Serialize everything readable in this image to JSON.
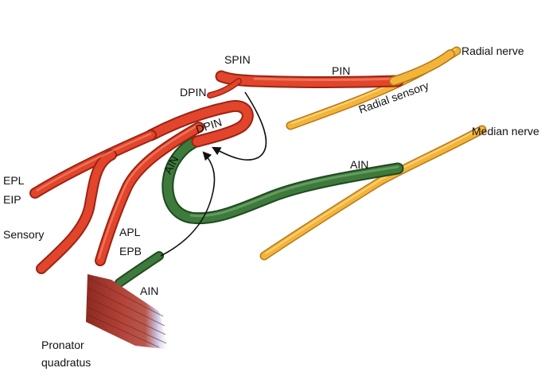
{
  "labels": {
    "radial_nerve": "Radial nerve",
    "pin": "PIN",
    "spin": "SPIN",
    "dpin_top": "DPIN",
    "dpin_loop": "DPIN",
    "radial_sensory": "Radial sensory",
    "median_nerve": "Median nerve",
    "ain_median": "AIN",
    "ain_loop": "AIN",
    "ain_muscle": "AIN",
    "epl": "EPL",
    "eip": "EIP",
    "sensory": "Sensory",
    "apl": "APL",
    "epb": "EPB",
    "pronator_line1": "Pronator",
    "pronator_line2": "quadratus"
  },
  "colors": {
    "radial_red": "#e2452b",
    "radial_red_dark": "#9a2414",
    "median_yellow": "#f3b43a",
    "median_yellow_dark": "#b7781a",
    "ain_green": "#3e7a3c",
    "ain_green_dark": "#1f4a20",
    "muscle_red": "#a8392c",
    "muscle_fade": "#c9c8e8",
    "arrow": "#111111"
  }
}
